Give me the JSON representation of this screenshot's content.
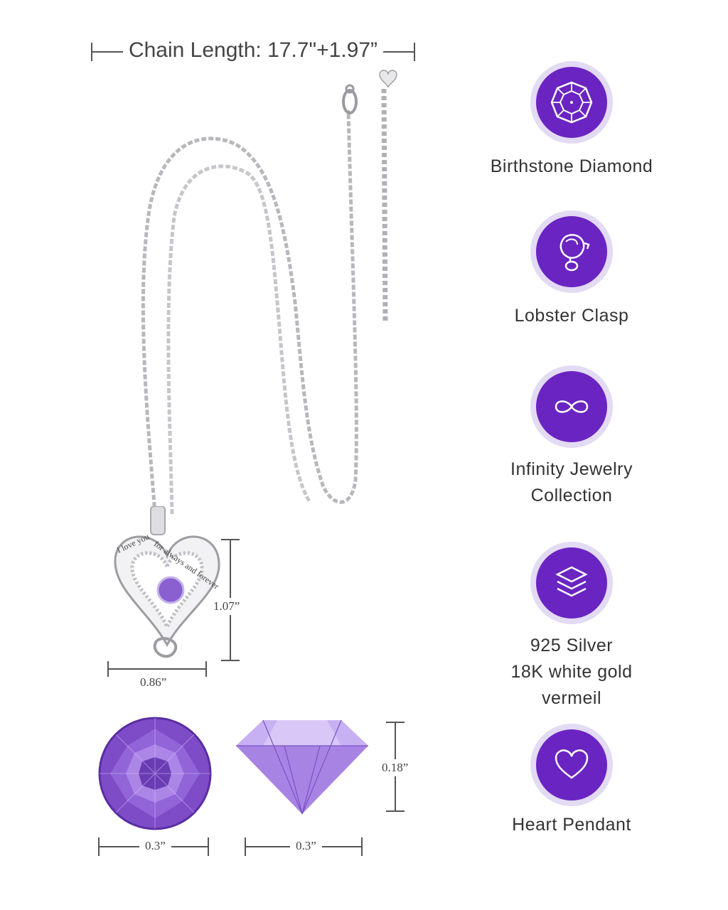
{
  "chain_length": "Chain Length: 17.7\"+1.97”",
  "pendant": {
    "engraving_left": "I love you",
    "engraving_right": "for always and forever",
    "height_label": "1.07”",
    "width_label": "0.86”"
  },
  "gems": {
    "round_width_label": "0.3”",
    "side_width_label": "0.3”",
    "side_height_label": "0.18”"
  },
  "features": [
    {
      "icon": "gem-icon",
      "label": "Birthstone Diamond"
    },
    {
      "icon": "lobster-clasp-icon",
      "label": "Lobster Clasp"
    },
    {
      "icon": "infinity-icon",
      "label": "Infinity Jewelry\nCollection"
    },
    {
      "icon": "layers-icon",
      "label": "925 Silver\n18K white gold vermeil"
    },
    {
      "icon": "heart-icon",
      "label": "Heart Pendant"
    }
  ],
  "colors": {
    "badge_outer": "#e3daf3",
    "badge_inner": "#6a24c2",
    "gem": "#8a5fd0"
  }
}
